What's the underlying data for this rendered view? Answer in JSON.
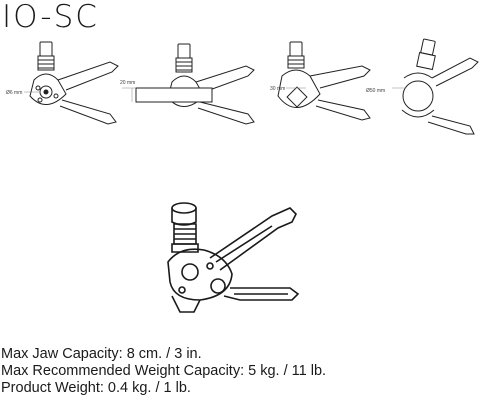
{
  "product": {
    "name": "IO-SC"
  },
  "diagrams": [
    {
      "label": "Ø6 mm"
    },
    {
      "label": "20 mm"
    },
    {
      "label": "30 mm"
    },
    {
      "label": "Ø50 mm"
    }
  ],
  "specs": [
    "Max Jaw Capacity: 8 cm. / 3 in.",
    "Max Recommended Weight Capacity: 5 kg. / 11 lb.",
    "Product Weight: 0.4 kg. / 1 lb."
  ]
}
